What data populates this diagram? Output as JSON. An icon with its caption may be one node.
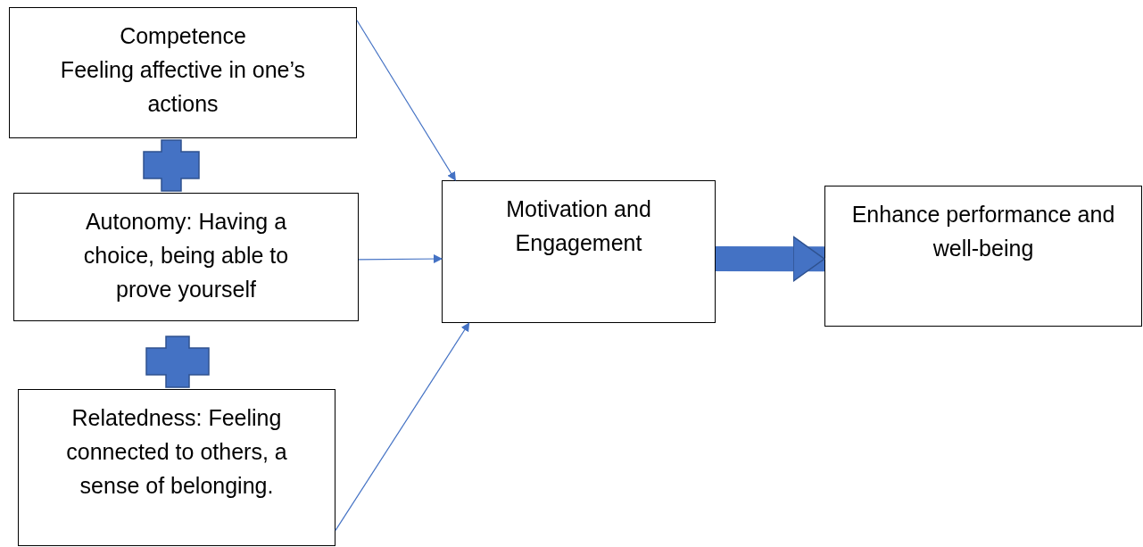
{
  "diagram": {
    "nodes": [
      {
        "text": [
          "Competence",
          "Feeling affective in one’s actions"
        ]
      },
      {
        "text": [
          "Autonomy: Having a choice, being able to prove yourself"
        ]
      },
      {
        "text": [
          "Relatedness: Feeling connected to others, a sense of belonging."
        ]
      },
      {
        "text": [
          "Motivation and Engagement"
        ]
      },
      {
        "text": [
          "Enhance performance and well-being"
        ]
      }
    ],
    "edges": [
      {
        "from": 0,
        "to": 3,
        "arrow": "to"
      },
      {
        "from": 1,
        "to": 3,
        "arrow": "to"
      },
      {
        "from": 2,
        "to": 3,
        "arrow": "to"
      },
      {
        "from": 3,
        "to": 4,
        "arrow": "to",
        "style": "thick"
      }
    ]
  }
}
